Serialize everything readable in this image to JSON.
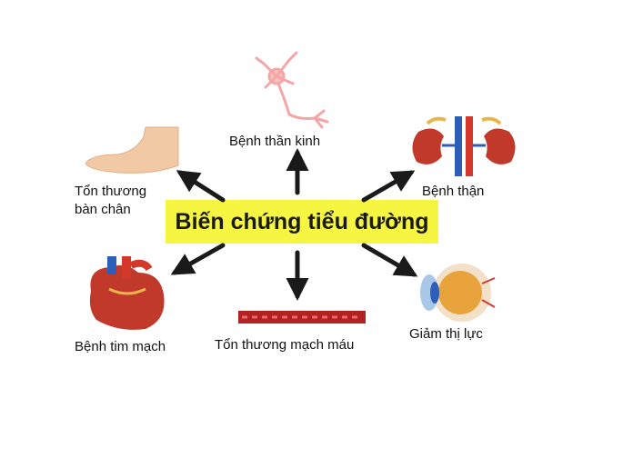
{
  "title": "Biến chứng tiểu đường",
  "labels": {
    "nerve": "Bệnh thần kinh",
    "kidney": "Bệnh thận",
    "foot_line1": "Tổn thương",
    "foot_line2": "bàn chân",
    "heart": "Bệnh tim mạch",
    "vessel": "Tổn thương mạch máu",
    "eye": "Giảm thị lực"
  },
  "colors": {
    "center_fill": "#f5f542",
    "arrow": "#1a1a1a",
    "nerve": "#f4b6b6",
    "kidney": "#c0392b",
    "heart": "#c0392b",
    "vessel": "#b22222",
    "eye": "#e8a33d",
    "foot": "#f1c9a5"
  },
  "icons": [
    "nerve-cell-icon",
    "kidney-icon",
    "foot-icon",
    "heart-icon",
    "blood-vessel-icon",
    "eye-icon"
  ]
}
